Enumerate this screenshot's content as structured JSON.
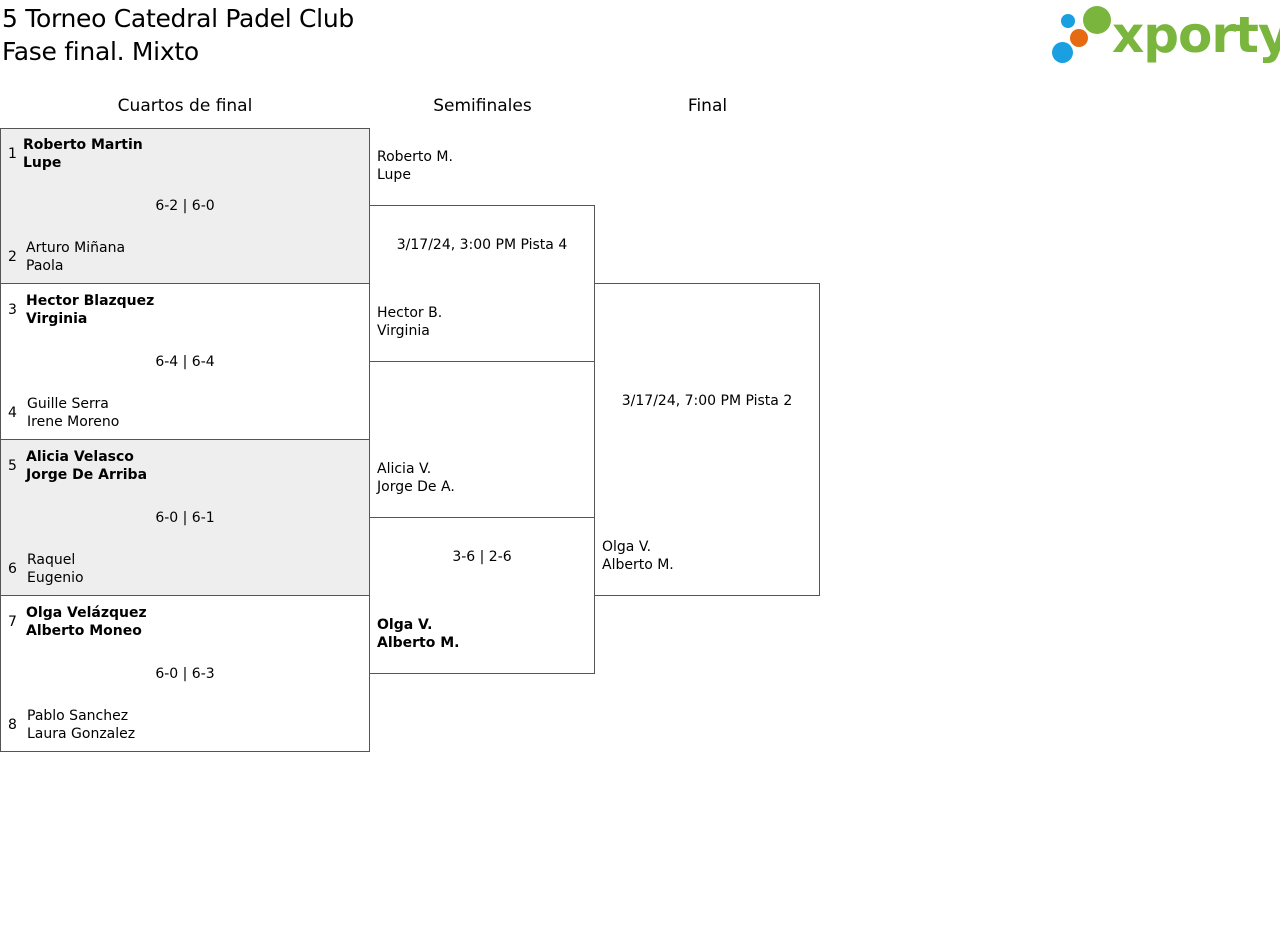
{
  "header": {
    "title": "5 Torneo Catedral Padel Club",
    "subtitle": "Fase final. Mixto",
    "logo_text": "xporty",
    "logo_colors": {
      "green": "#7ab63e",
      "blue": "#1a9fe0",
      "orange": "#e56a12"
    }
  },
  "rounds": {
    "quarter": "Cuartos de final",
    "semi": "Semifinales",
    "final": "Final"
  },
  "quarterfinals": [
    {
      "top": {
        "seed": "1",
        "player1": "Roberto Martin",
        "player2": "Lupe"
      },
      "result": "6-2 | 6-0",
      "bottom": {
        "seed": "2",
        "player1": "Arturo Miñana",
        "player2": "Paola"
      }
    },
    {
      "top": {
        "seed": "3",
        "player1": "Hector Blazquez",
        "player2": "Virginia"
      },
      "result": "6-4 | 6-4",
      "bottom": {
        "seed": "4",
        "player1": "Guille Serra",
        "player2": "Irene Moreno"
      }
    },
    {
      "top": {
        "seed": "5",
        "player1": "Alicia Velasco",
        "player2": "Jorge De Arriba"
      },
      "result": "6-0 | 6-1",
      "bottom": {
        "seed": "6",
        "player1": "Raquel",
        "player2": "Eugenio"
      }
    },
    {
      "top": {
        "seed": "7",
        "player1": "Olga Velázquez",
        "player2": "Alberto Moneo"
      },
      "result": "6-0 | 6-3",
      "bottom": {
        "seed": "8",
        "player1": "Pablo Sanchez",
        "player2": "Laura Gonzalez"
      }
    }
  ],
  "semifinals": [
    {
      "top": {
        "player1": "Roberto M.",
        "player2": "Lupe"
      },
      "info": "3/17/24, 3:00 PM Pista 4",
      "bottom": {
        "player1": "Hector B.",
        "player2": "Virginia"
      }
    },
    {
      "top": {
        "player1": "Alicia V.",
        "player2": "Jorge De A."
      },
      "info": "3-6 | 2-6",
      "bottom": {
        "player1": "Olga V.",
        "player2": "Alberto M."
      }
    }
  ],
  "final": {
    "info": "3/17/24, 7:00 PM Pista 2",
    "bottom": {
      "player1": "Olga V.",
      "player2": "Alberto M."
    }
  }
}
